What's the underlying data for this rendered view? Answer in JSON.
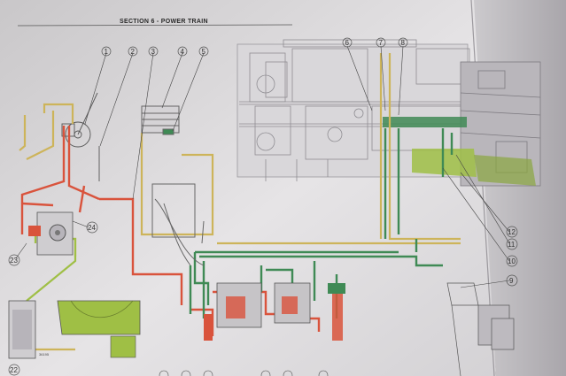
{
  "header": {
    "section_title": "SECTION 6 - POWER TRAIN"
  },
  "callouts": [
    "1",
    "2",
    "3",
    "4",
    "5",
    "6",
    "7",
    "8",
    "24",
    "23",
    "22",
    "12",
    "11",
    "10",
    "9"
  ],
  "figure_code": "36195",
  "hydraulic_colors": {
    "pressure_red": "#d9533c",
    "supply_green": "#3f8a55",
    "return_yellow": "#cdb45a",
    "lube_lightgreen": "#9fbf45"
  }
}
